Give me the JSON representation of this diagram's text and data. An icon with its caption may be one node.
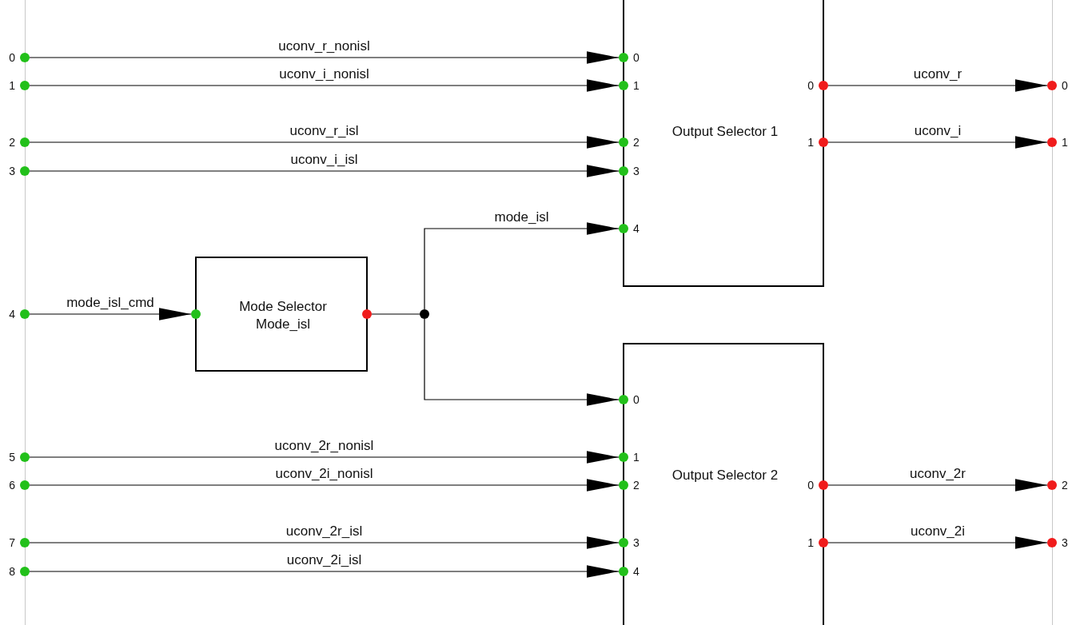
{
  "diagram": {
    "nodes": [
      {
        "text": [],
        "shape": "circle",
        "beside": [
          "0"
        ]
      },
      {
        "text": [],
        "shape": "circle",
        "beside": [
          "1"
        ]
      },
      {
        "text": [],
        "shape": "circle",
        "beside": [
          "2"
        ]
      },
      {
        "text": [],
        "shape": "circle",
        "beside": [
          "3"
        ]
      },
      {
        "text": [],
        "shape": "circle",
        "beside": [
          "4"
        ]
      },
      {
        "text": [],
        "shape": "circle",
        "beside": [
          "5"
        ]
      },
      {
        "text": [],
        "shape": "circle",
        "beside": [
          "6"
        ]
      },
      {
        "text": [],
        "shape": "circle",
        "beside": [
          "7"
        ]
      },
      {
        "text": [],
        "shape": "circle",
        "beside": [
          "8"
        ]
      },
      {
        "text": [
          "Output Selector 1"
        ]
      },
      {
        "text": [],
        "shape": "circle",
        "beside": [
          "0"
        ]
      },
      {
        "text": [],
        "shape": "circle",
        "beside": [
          "1"
        ]
      },
      {
        "text": [],
        "shape": "circle",
        "beside": [
          "2"
        ]
      },
      {
        "text": [],
        "shape": "circle",
        "beside": [
          "3"
        ]
      },
      {
        "text": [],
        "shape": "circle",
        "beside": [
          "4"
        ]
      },
      {
        "text": [],
        "shape": "circle",
        "beside": [
          "0"
        ]
      },
      {
        "text": [],
        "shape": "circle",
        "beside": [
          "1"
        ]
      },
      {
        "text": [],
        "shape": "circle",
        "beside": [
          "0"
        ]
      },
      {
        "text": [],
        "shape": "circle",
        "beside": [
          "1"
        ]
      },
      {
        "text": [],
        "shape": "circle",
        "beside": [
          "2"
        ]
      },
      {
        "text": [],
        "shape": "circle",
        "beside": [
          "3"
        ]
      },
      {
        "text": [
          "Mode Selector Mode_isl"
        ]
      },
      {
        "text": [],
        "shape": "circle"
      },
      {
        "text": [],
        "shape": "circle"
      },
      {
        "text": [],
        "shape": "circle"
      },
      {
        "text": [
          "Output Selector 2"
        ]
      },
      {
        "text": [],
        "shape": "circle",
        "beside": [
          "0"
        ]
      },
      {
        "text": [],
        "shape": "circle",
        "beside": [
          "1"
        ]
      },
      {
        "text": [],
        "shape": "circle",
        "beside": [
          "2"
        ]
      },
      {
        "text": [],
        "shape": "circle",
        "beside": [
          "3"
        ]
      },
      {
        "text": [],
        "shape": "circle",
        "beside": [
          "4"
        ]
      },
      {
        "text": [],
        "shape": "circle",
        "beside": [
          "0"
        ]
      },
      {
        "text": [],
        "shape": "circle",
        "beside": [
          "1"
        ]
      }
    ],
    "edges": [
      {
        "from": 0,
        "to": 10,
        "arrow": "to",
        "label": "uconv_r_nonisl"
      },
      {
        "from": 1,
        "to": 11,
        "arrow": "to",
        "label": "uconv_i_nonisl"
      },
      {
        "from": 2,
        "to": 12,
        "arrow": "to",
        "label": "uconv_r_isl"
      },
      {
        "from": 3,
        "to": 13,
        "arrow": "to",
        "label": "uconv_i_isl"
      },
      {
        "from": 24,
        "to": 14,
        "arrow": "to",
        "label": "mode_isl"
      },
      {
        "from": 15,
        "to": 17,
        "arrow": "to",
        "label": "uconv_r"
      },
      {
        "from": 16,
        "to": 18,
        "arrow": "to",
        "label": "uconv_i"
      },
      {
        "from": 4,
        "to": 22,
        "arrow": "to",
        "label": "mode_isl_cmd"
      },
      {
        "from": 23,
        "to": 24,
        "arrow": "none"
      },
      {
        "from": 24,
        "to": 26,
        "arrow": "to"
      },
      {
        "from": 5,
        "to": 27,
        "arrow": "to",
        "label": "uconv_2r_nonisl"
      },
      {
        "from": 6,
        "to": 28,
        "arrow": "to",
        "label": "uconv_2i_nonisl"
      },
      {
        "from": 7,
        "to": 29,
        "arrow": "to",
        "label": "uconv_2r_isl"
      },
      {
        "from": 8,
        "to": 30,
        "arrow": "to",
        "label": "uconv_2i_isl"
      },
      {
        "from": 31,
        "to": 19,
        "arrow": "to",
        "label": "uconv_2r"
      },
      {
        "from": 32,
        "to": 20,
        "arrow": "to",
        "label": "uconv_2i"
      }
    ]
  }
}
